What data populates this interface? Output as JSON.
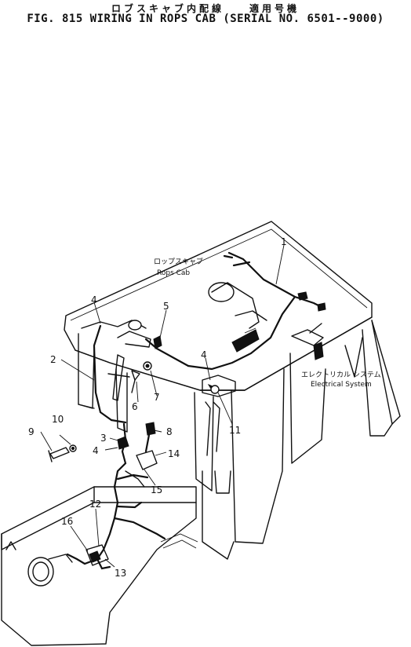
{
  "header": {
    "title_jp": "ロブスキャブ内配線　　適用号機",
    "title_en": "FIG. 815  WIRING IN ROPS CAB (SERIAL NO. 6501--9000)"
  },
  "captions": {
    "rops_cab_jp": "ロップスキャブ",
    "rops_cab_en": "Rops Cab",
    "electrical_jp": "エレクトリカル システム",
    "electrical_en": "Electrical System"
  },
  "callouts": [
    "1",
    "2",
    "3",
    "4",
    "4",
    "4",
    "5",
    "6",
    "7",
    "8",
    "9",
    "10",
    "11",
    "12",
    "13",
    "14",
    "15",
    "16"
  ]
}
